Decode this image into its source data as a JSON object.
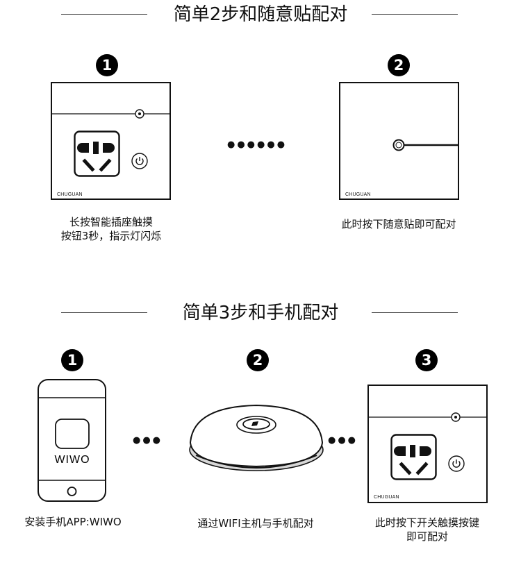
{
  "section1": {
    "title": "简单2步和随意贴配对",
    "step1": {
      "badge": "1",
      "brand": "CHUGUAN",
      "caption_line1": "长按智能插座触摸",
      "caption_line2": "按钮3秒，指示灯闪烁"
    },
    "connector": "●●●●●●",
    "step2": {
      "badge": "2",
      "brand": "CHUGUAN",
      "caption": "此时按下随意贴即可配对"
    }
  },
  "section2": {
    "title": "简单3步和手机配对",
    "step1": {
      "badge": "1",
      "app_name": "WIWO",
      "caption": "安装手机APP:WIWO"
    },
    "connector1": "●●●",
    "step2": {
      "badge": "2",
      "caption": "通过WIFI主机与手机配对"
    },
    "connector2": "●●●",
    "step3": {
      "badge": "3",
      "brand": "CHUGUAN",
      "caption_line1": "此时按下开关触摸按键",
      "caption_line2": "即可配对"
    }
  },
  "icons": [
    "socket-icon",
    "power-icon",
    "indicator-led-icon",
    "phone-icon",
    "wifi-hub-icon"
  ]
}
